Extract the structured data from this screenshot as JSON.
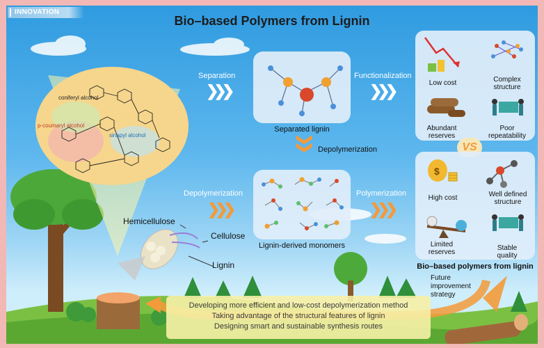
{
  "header": {
    "section_tag": "INNOVATION",
    "title": "Bio–based Polymers from Lignin"
  },
  "flow": {
    "separation": "Separation",
    "functionalization": "Functionalization",
    "separated_lignin": "Separated lignin",
    "depolymerization_down": "Depolymerization",
    "depolymerization_left": "Depolymerization",
    "polymerization": "Polymerization",
    "monomers": "Lignin-derived monomers"
  },
  "molecule": {
    "coniferyl": "coniferyl alcohol",
    "pcoumaryl": "p-coumaryl alcohol",
    "sinapyl": "sinapyl alcohol"
  },
  "tree_parts": {
    "hemicellulose": "Hemicellulose",
    "cellulose": "Cellulose",
    "lignin": "Lignin"
  },
  "comparison": {
    "top": [
      "Low cost",
      "Complex structure",
      "Abundant reserves",
      "Poor repeatability"
    ],
    "vs": "VS",
    "bottom": [
      "High cost",
      "Well defined structure",
      "Limited reserves",
      "Stable quality"
    ],
    "bottom_title": "Bio–based polymers from lignin"
  },
  "future": "Future improvement strategy",
  "strategies": [
    "Developing more efficient and low-cost depolymerization method",
    "Taking advantage of the structural features of lignin",
    "Designing smart and sustainable synthesis routes"
  ],
  "colors": {
    "accent_orange": "#f39a3a",
    "banner": "#f6efa6",
    "panel": "#e1eefa",
    "sky": "#5fb8ee"
  }
}
